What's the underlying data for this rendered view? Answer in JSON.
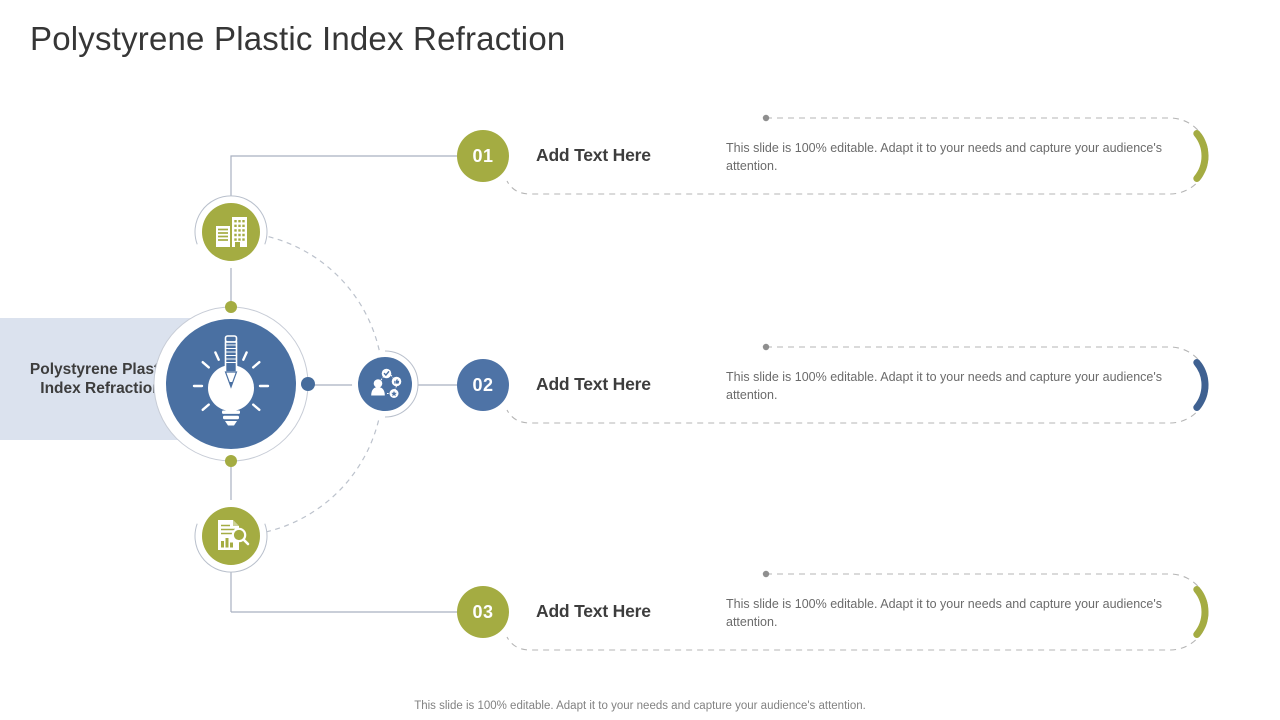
{
  "title": "Polystyrene Plastic Index Refraction",
  "center": {
    "label": "Polystyrene Plastic Index Refraction",
    "main_icon": "idea-pencil-bulb-icon",
    "satellite_icons": [
      "buildings-icon",
      "people-network-icon",
      "report-search-icon"
    ]
  },
  "rows": [
    {
      "number": "01",
      "heading": "Add Text Here",
      "description": "This slide is 100% editable. Adapt it to your needs and capture your audience's attention.",
      "accent_color": "#a4ac42"
    },
    {
      "number": "02",
      "heading": "Add Text Here",
      "description": "This slide is 100% editable. Adapt it to your needs and capture your audience's attention.",
      "accent_color": "#4e73a6"
    },
    {
      "number": "03",
      "heading": "Add Text Here",
      "description": "This slide is 100% editable. Adapt it to your needs and capture your audience's attention.",
      "accent_color": "#a4ac42"
    }
  ],
  "footer": "This slide is 100% editable. Adapt it to your needs and capture your audience's attention.",
  "colors": {
    "olive": "#a4ac42",
    "main_blue": "#4a70a2",
    "badge_blue": "#4e73a6",
    "arc_blue": "#3f6191",
    "band_background": "#dbe2ee",
    "connector_gray": "#a9b1c1",
    "dashed_gray": "#b5b5b5",
    "title_text": "#363636",
    "body_text": "#6b6b6b"
  }
}
